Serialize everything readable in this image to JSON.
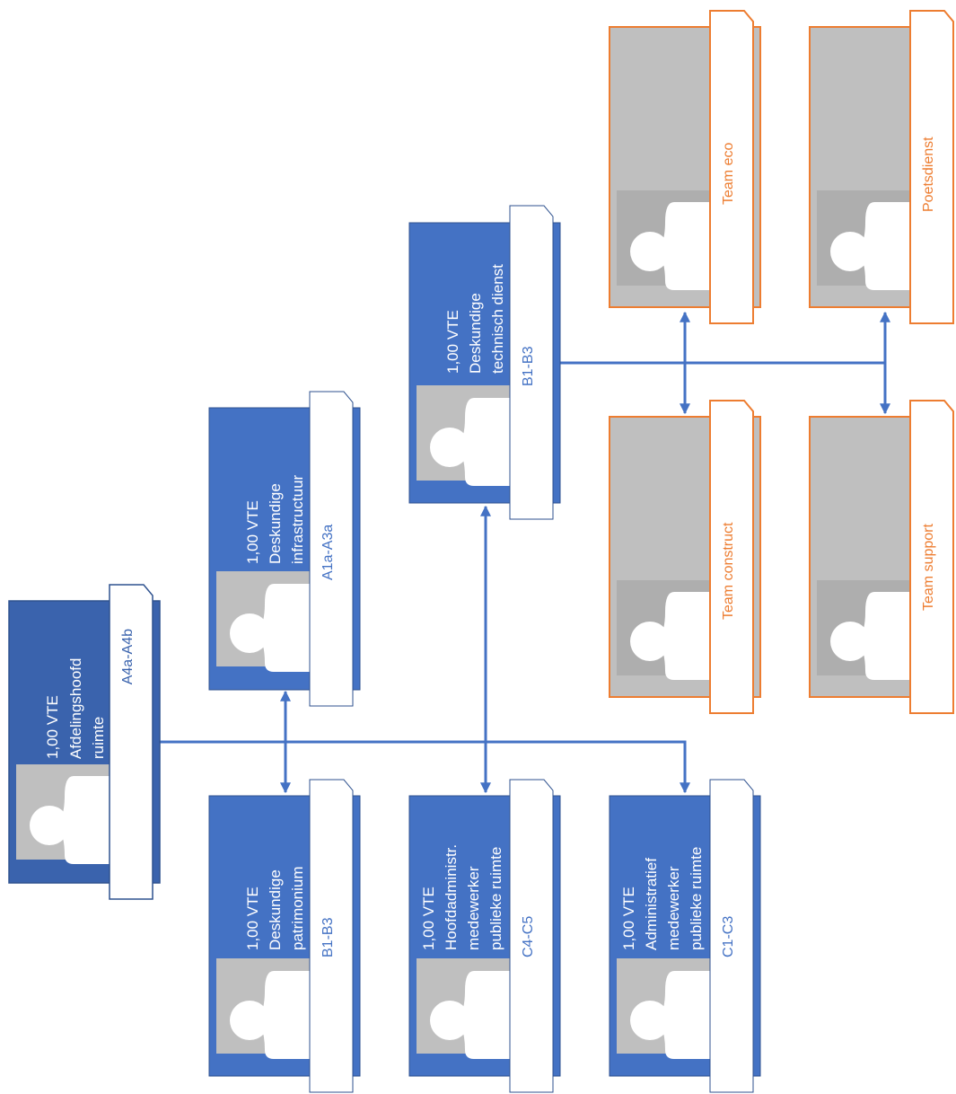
{
  "colors": {
    "dark_blue": "#3A63AD",
    "blue": "#4472C4",
    "orange": "#ED7D31",
    "photo_bg": "#BFBFBF",
    "connector": "#4472C4"
  },
  "head": {
    "lines": [
      "1,00 VTE",
      "Afdelingshoofd",
      "ruimte"
    ],
    "grade": "A4a-A4b",
    "photo_icon": "person-silhouette-icon"
  },
  "infra": {
    "lines": [
      "1,00 VTE",
      "Deskundige",
      "infrastructuur"
    ],
    "grade": "A1a-A3a",
    "photo_icon": "person-silhouette-icon"
  },
  "technisch": {
    "lines": [
      "1,00 VTE",
      "Deskundige",
      "technisch dienst"
    ],
    "grade": "B1-B3",
    "photo_icon": "person-silhouette-icon"
  },
  "patrimonium": {
    "lines": [
      "1,00 VTE",
      "Deskundige",
      "patrimonium"
    ],
    "grade": "B1-B3",
    "photo_icon": "person-silhouette-icon"
  },
  "hoofdadmin": {
    "lines": [
      "1,00 VTE",
      "Hoofdadministr.",
      "medewerker",
      "publieke ruimte"
    ],
    "grade": "C4-C5",
    "photo_icon": "person-silhouette-icon"
  },
  "admin": {
    "lines": [
      "1,00 VTE",
      "Administratief",
      "medewerker",
      "publieke ruimte"
    ],
    "grade": "C1-C3",
    "photo_icon": "person-silhouette-icon"
  },
  "teams": {
    "eco": "Team eco",
    "poets": "Poetsdienst",
    "construct": "Team construct",
    "support": "Team support"
  }
}
